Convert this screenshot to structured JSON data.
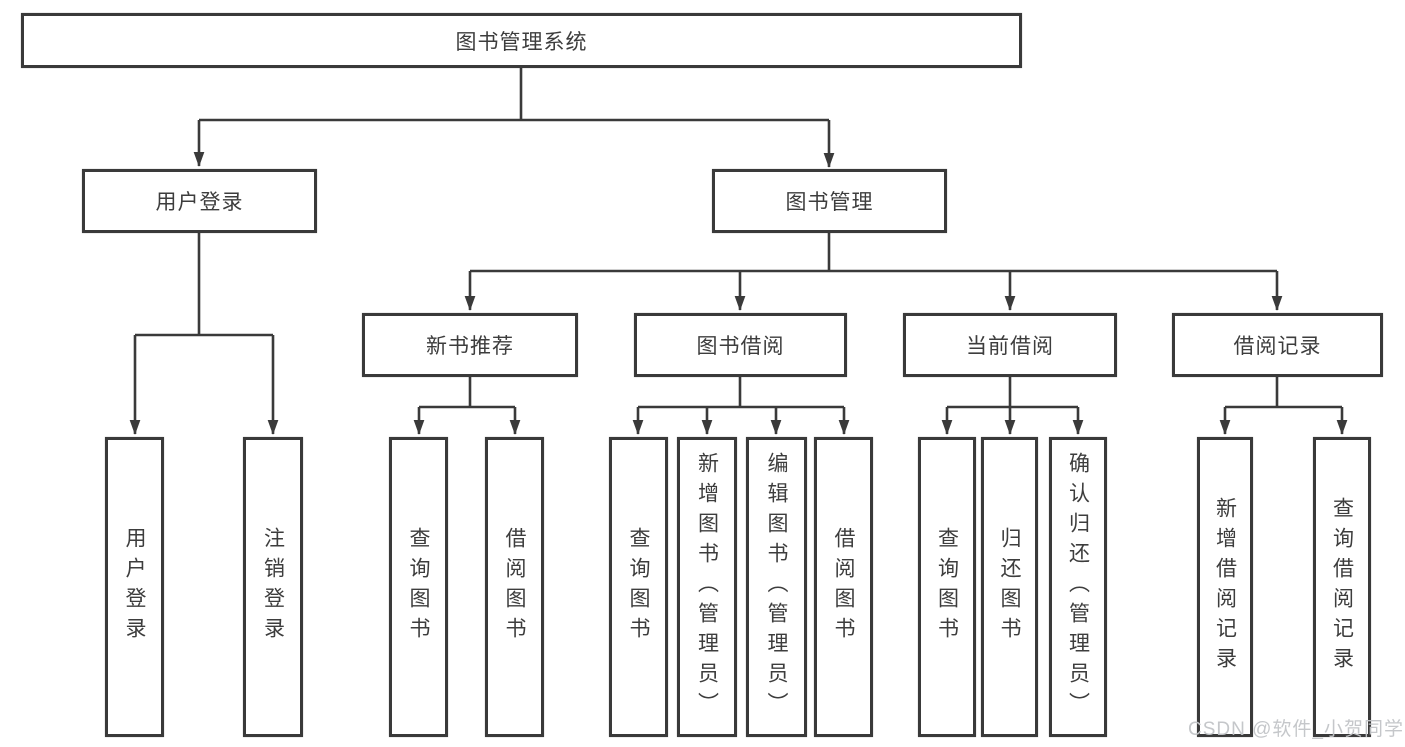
{
  "diagram": {
    "root": {
      "label": "图书管理系统"
    },
    "login": {
      "label": "用户登录",
      "children": [
        {
          "label": "用户登录"
        },
        {
          "label": "注销登录"
        }
      ]
    },
    "mgmt": {
      "label": "图书管理",
      "groups": [
        {
          "label": "新书推荐",
          "children": [
            {
              "label": "查询图书"
            },
            {
              "label": "借阅图书"
            }
          ]
        },
        {
          "label": "图书借阅",
          "children": [
            {
              "label": "查询图书"
            },
            {
              "label": "新增图书（管理员）"
            },
            {
              "label": "编辑图书（管理员）"
            },
            {
              "label": "借阅图书"
            }
          ]
        },
        {
          "label": "当前借阅",
          "children": [
            {
              "label": "查询图书"
            },
            {
              "label": "归还图书"
            },
            {
              "label": "确认归还（管理员）"
            }
          ]
        },
        {
          "label": "借阅记录",
          "children": [
            {
              "label": "新增借阅记录"
            },
            {
              "label": "查询借阅记录"
            }
          ]
        }
      ]
    }
  },
  "watermark": {
    "text": "CSDN @软件_小贺同学"
  },
  "colors": {
    "line": "#3a3a3a",
    "text": "#3d3d3d",
    "watermark": "#c2c5c8",
    "background": "#ffffff"
  }
}
